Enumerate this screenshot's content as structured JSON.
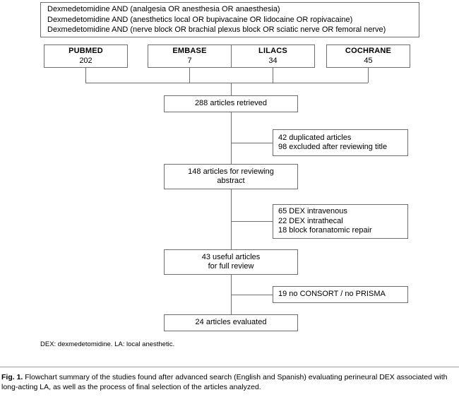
{
  "figure": {
    "type": "flowchart",
    "title": "PRISMA-style study selection flowchart"
  },
  "query_box": {
    "lines": [
      "Dexmedetomidine AND (analgesia OR anesthesia OR anaesthesia)",
      "Dexmedetomidine AND (anesthetics local OR bupivacaine OR lidocaine OR ropivacaine)",
      "Dexmedetomidine AND (nerve block OR brachial plexus block OR sciatic nerve OR femoral nerve)"
    ]
  },
  "databases": [
    {
      "name": "PUBMED",
      "count": "202"
    },
    {
      "name": "EMBASE",
      "count": "7"
    },
    {
      "name": "LILACS",
      "count": "34"
    },
    {
      "name": "COCHRANE",
      "count": "45"
    }
  ],
  "stages": [
    {
      "id": "retrieved",
      "lines": [
        "288 articles retrieved"
      ]
    },
    {
      "id": "abstract",
      "lines": [
        "148 articles for reviewing",
        "abstract"
      ]
    },
    {
      "id": "fullreview",
      "lines": [
        "43 useful articles",
        "for full review"
      ]
    },
    {
      "id": "evaluated",
      "lines": [
        "24 articles evaluated"
      ]
    }
  ],
  "exclusions": [
    {
      "id": "excl-1",
      "lines": [
        "42 duplicated articles",
        "98 excluded after reviewing title"
      ]
    },
    {
      "id": "excl-2",
      "lines": [
        "65 DEX intravenous",
        "22 DEX intrathecal",
        "18 block foranatomic repair"
      ]
    },
    {
      "id": "excl-3",
      "lines": [
        "19 no CONSORT / no PRISMA"
      ]
    }
  ],
  "footnote": {
    "text": "DEX: dexmedetomidine. LA: local anesthetic."
  },
  "caption": {
    "label": "Fig. 1.",
    "text": "Flowchart summary of the studies found after advanced search (English and Spanish) evaluating perineural DEX associated with long-acting LA, as well as the process of final selection of the articles analyzed."
  },
  "colors": {
    "border": "#6e6e6e",
    "background": "#ffffff",
    "text": "#000000",
    "rule": "#9a9a9a"
  }
}
